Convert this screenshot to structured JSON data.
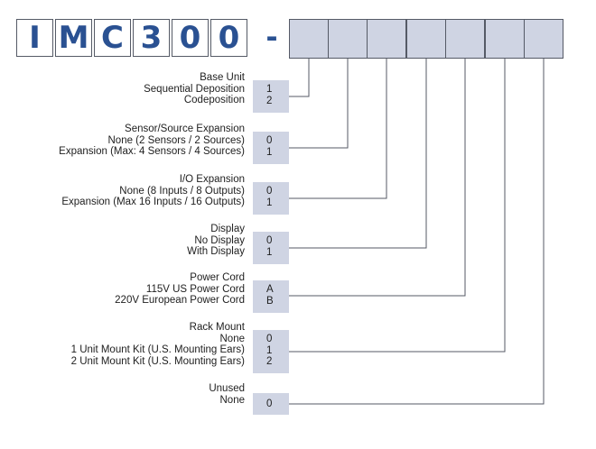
{
  "prefix": [
    "I",
    "M",
    "C",
    "3",
    "0",
    "0"
  ],
  "separator": "-",
  "groups": [
    {
      "title": "Base Unit",
      "options": [
        "Sequential Deposition",
        "Codeposition"
      ],
      "codes": [
        "1",
        "2"
      ]
    },
    {
      "title": "Sensor/Source Expansion",
      "options": [
        "None (2 Sensors / 2 Sources)",
        "Expansion (Max: 4 Sensors / 4 Sources)"
      ],
      "codes": [
        "0",
        "1"
      ]
    },
    {
      "title": "I/O Expansion",
      "options": [
        "None (8 Inputs / 8 Outputs)",
        "Expansion (Max 16 Inputs / 16 Outputs)"
      ],
      "codes": [
        "0",
        "1"
      ]
    },
    {
      "title": "Display",
      "options": [
        "No Display",
        "With Display"
      ],
      "codes": [
        "0",
        "1"
      ]
    },
    {
      "title": "Power Cord",
      "options": [
        "115V US  Power Cord",
        "220V European Power Cord"
      ],
      "codes": [
        "A",
        "B"
      ]
    },
    {
      "title": "Rack Mount",
      "options": [
        "None",
        "1 Unit Mount Kit (U.S. Mounting Ears)",
        "2 Unit Mount Kit (U.S. Mounting Ears)"
      ],
      "codes": [
        "0",
        "1",
        "2"
      ]
    },
    {
      "title": "Unused",
      "options": [
        "None"
      ],
      "codes": [
        "0"
      ]
    }
  ],
  "colors": {
    "accent": "#2a5192",
    "slot_fill": "#cfd4e3",
    "line": "#555a66"
  }
}
